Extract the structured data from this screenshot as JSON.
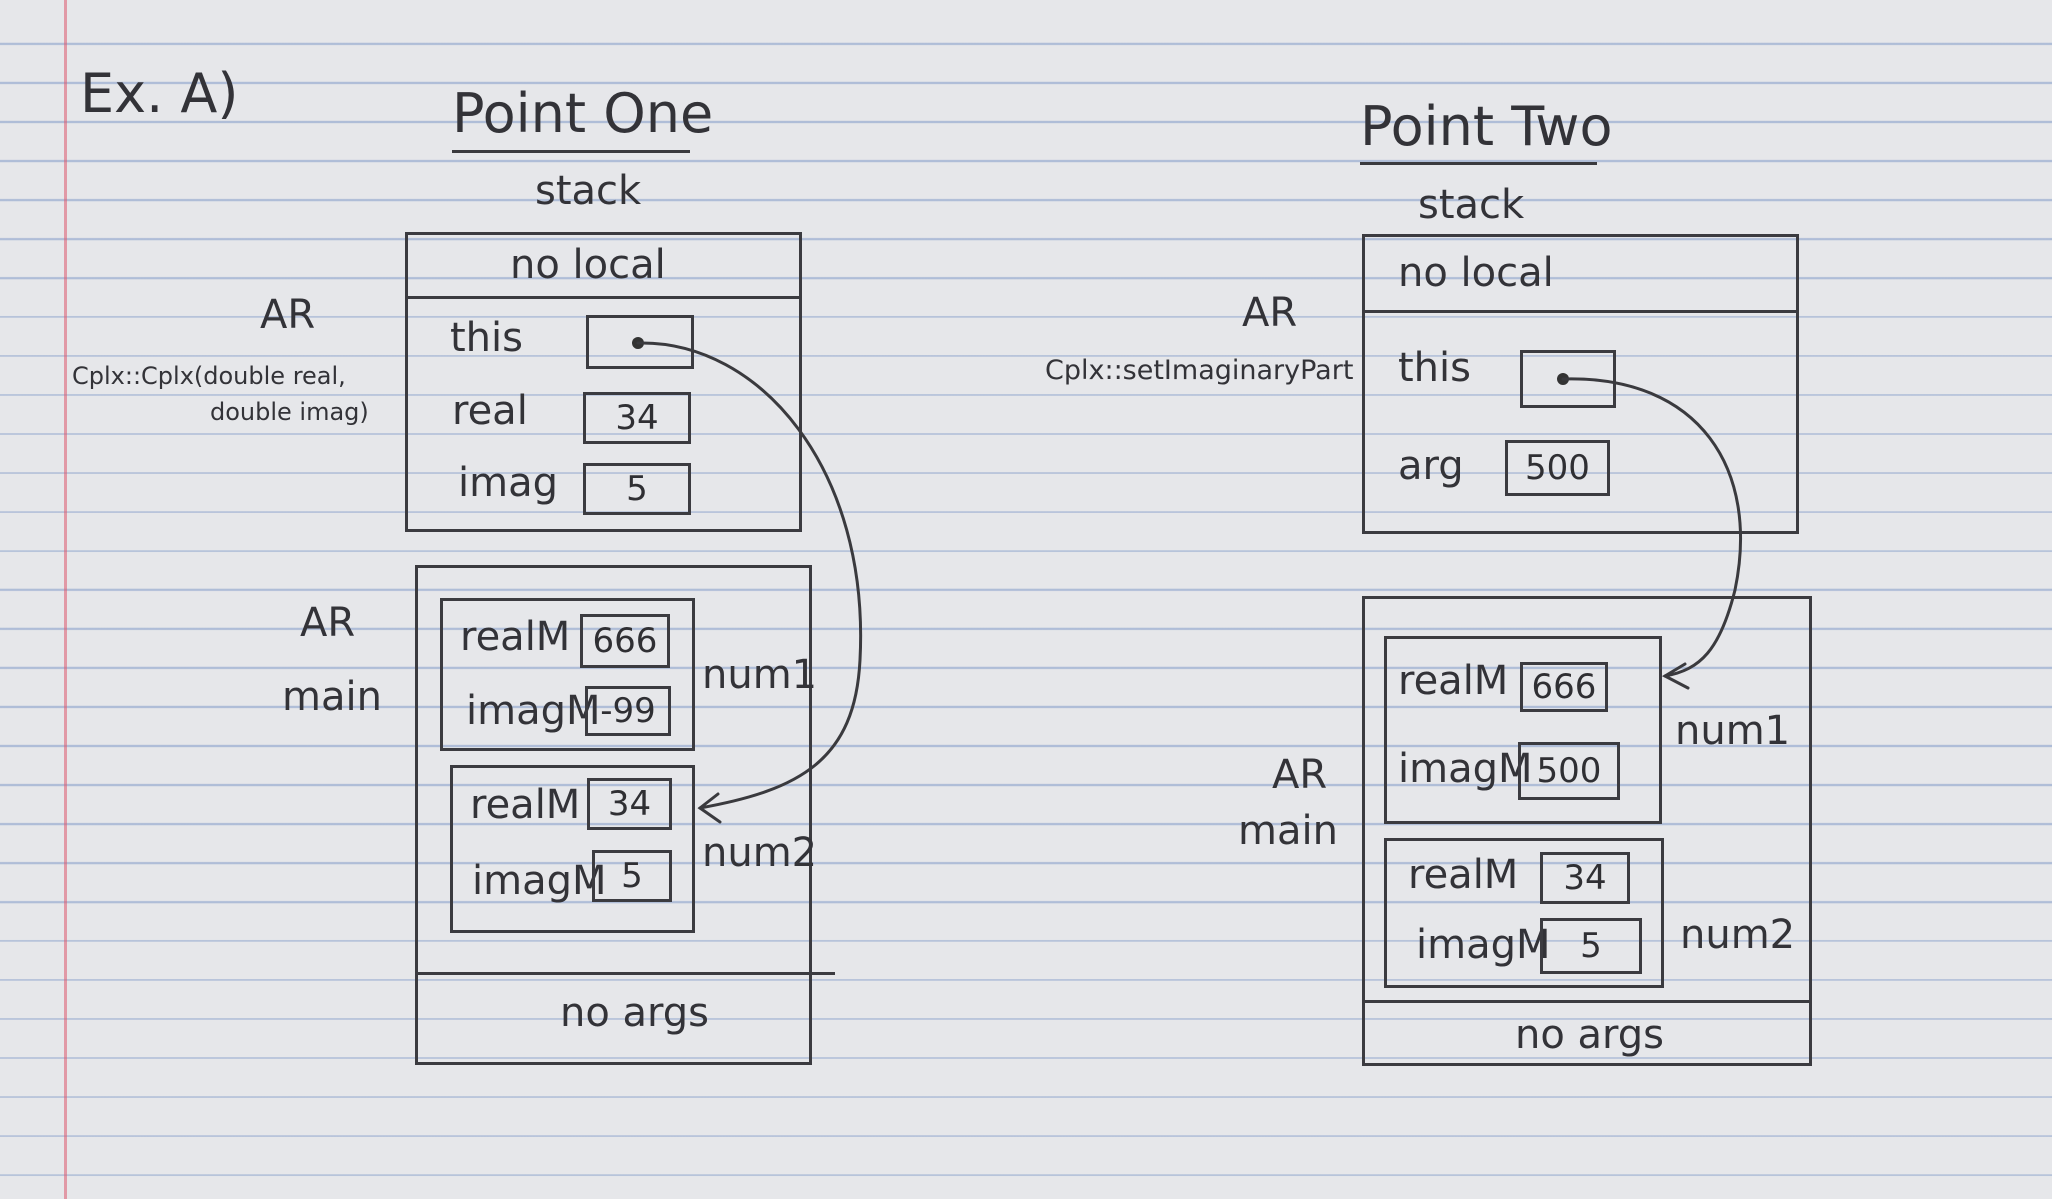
{
  "header": {
    "label": "Ex. A)"
  },
  "point_one": {
    "title": "Point One",
    "stack_label": "stack",
    "top_frame": {
      "header": "no local",
      "ar_label": "AR",
      "func_line1": "Cplx::Cplx(double real,",
      "func_line2": "double imag)",
      "fields": [
        {
          "name": "this",
          "value": ""
        },
        {
          "name": "real",
          "value": "34"
        },
        {
          "name": "imag",
          "value": "5"
        }
      ]
    },
    "main_frame": {
      "ar_label": "AR",
      "func_label": "main",
      "objects": [
        {
          "name": "num1",
          "real_label": "realM",
          "real_value": "666",
          "imag_label": "imagM",
          "imag_value": "-99"
        },
        {
          "name": "num2",
          "real_label": "realM",
          "real_value": "34",
          "imag_label": "imagM",
          "imag_value": "5"
        }
      ],
      "footer": "no args"
    }
  },
  "point_two": {
    "title": "Point Two",
    "stack_label": "stack",
    "top_frame": {
      "header": "no local",
      "ar_label": "AR",
      "func_label": "Cplx::setImaginaryPart",
      "fields": [
        {
          "name": "this",
          "value": ""
        },
        {
          "name": "arg",
          "value": "500"
        }
      ]
    },
    "main_frame": {
      "ar_label": "AR",
      "func_label": "main",
      "objects": [
        {
          "name": "num1",
          "real_label": "realM",
          "real_value": "666",
          "imag_label": "imagM",
          "imag_value": "500"
        },
        {
          "name": "num2",
          "real_label": "realM",
          "real_value": "34",
          "imag_label": "imagM",
          "imag_value": "5"
        }
      ],
      "footer": "no args"
    }
  },
  "colors": {
    "ink": "#333338",
    "rule": "#829bc8",
    "margin": "#dc5a6e",
    "paper": "#e6e7ea"
  }
}
